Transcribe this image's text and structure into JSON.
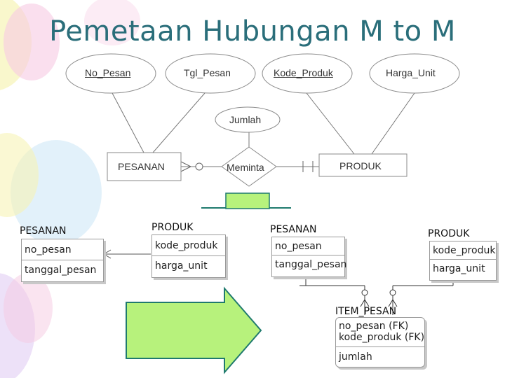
{
  "slide": {
    "title": "Pemetaan Hubungan M to M"
  },
  "er": {
    "attributes": {
      "no_pesan": "No_Pesan",
      "tgl_pesan": "Tgl_Pesan",
      "kode_produk": "Kode_Produk",
      "harga_unit": "Harga_Unit",
      "jumlah": "Jumlah"
    },
    "entity_left": "PESANAN",
    "relationship": "Meminta",
    "entity_right": "PRODUK"
  },
  "before": {
    "pesanan": {
      "name": "PESANAN",
      "fields": [
        "no_pesan",
        "tanggal_pesan"
      ]
    },
    "produk": {
      "name": "PRODUK",
      "fields": [
        "kode_produk",
        "harga_unit"
      ]
    }
  },
  "after": {
    "pesanan": {
      "name": "PESANAN",
      "fields": [
        "no_pesan",
        "tanggal_pesan"
      ]
    },
    "produk": {
      "name": "PRODUK",
      "fields": [
        "kode_produk",
        "harga_unit"
      ]
    },
    "item_pesan": {
      "name": "ITEM_PESAN",
      "key_fields": [
        "no_pesan (FK)",
        "kode_produk (FK)"
      ],
      "fields": [
        "jumlah"
      ]
    }
  },
  "colors": {
    "title": "#2a6e7a",
    "arrow_fill": "#b7f27c",
    "arrow_stroke": "#1f7a6e",
    "balloon_pink": "#f6c9e2",
    "balloon_blue": "#cfe7f7",
    "balloon_yellow": "#f7f3b6",
    "balloon_purple": "#e6d4f5"
  }
}
